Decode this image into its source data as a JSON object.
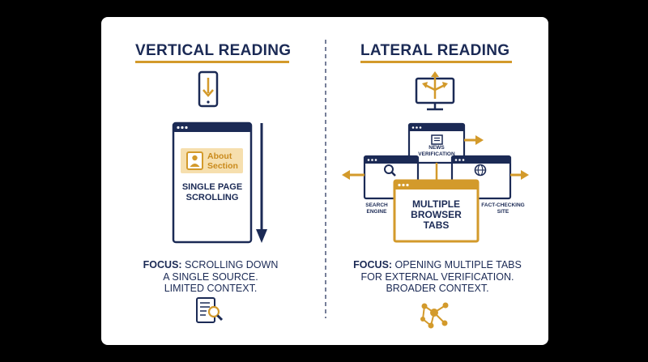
{
  "left": {
    "title": "VERTICAL READING",
    "about_line1": "About",
    "about_line2": "Section",
    "page_line1": "SINGLE PAGE",
    "page_line2": "SCROLLING",
    "focus_label": "FOCUS:",
    "focus_line1": " SCROLLING DOWN",
    "focus_line2": "A SINGLE SOURCE.",
    "focus_line3": "LIMITED CONTEXT."
  },
  "right": {
    "title": "LATERAL READING",
    "news_line1": "NEWS",
    "news_line2": "VERIFICATION",
    "search_line1": "SEARCH",
    "search_line2": "ENGINE",
    "fact_line1": "FACT-CHECKING",
    "fact_line2": "SITE",
    "main_line1": "MULTIPLE",
    "main_line2": "BROWSER",
    "main_line3": "TABS",
    "focus_label": "FOCUS:",
    "focus_line1": " OPENING MULTIPLE TABS",
    "focus_line2": "FOR EXTERNAL VERIFICATION.",
    "focus_line3": "BROADER CONTEXT."
  },
  "colors": {
    "navy": "#1b2a55",
    "gold": "#d39a2b",
    "about_bg": "#f6dfae"
  },
  "icons": [
    "tablet-down-arrow-icon",
    "monitor-branching-arrows-icon",
    "document-magnifier-icon",
    "network-nodes-icon",
    "magnifier-icon",
    "newspaper-icon",
    "globe-icon",
    "user-icon"
  ]
}
